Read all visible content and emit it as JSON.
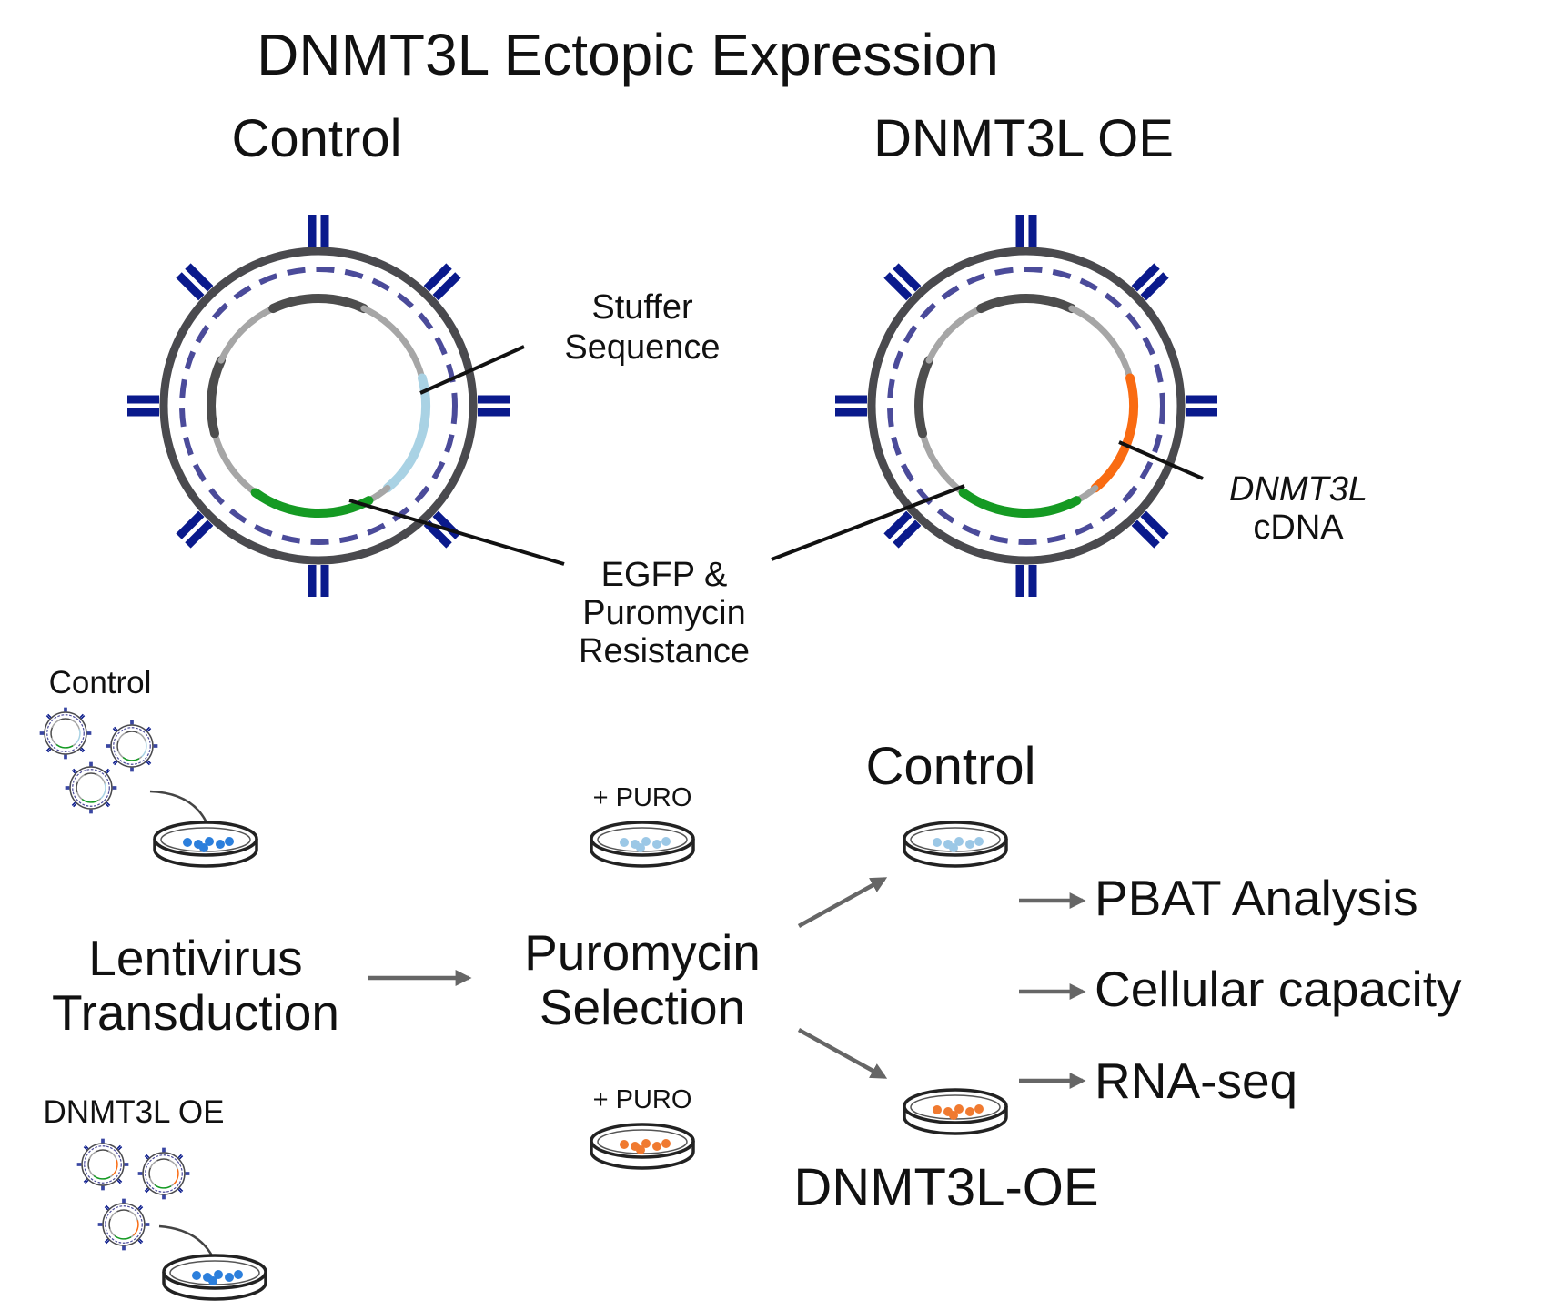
{
  "title": "DNMT3L Ectopic Expression",
  "panels": {
    "control_heading": "Control",
    "oe_heading": "DNMT3L OE"
  },
  "labels": {
    "stuffer_line1": "Stuffer",
    "stuffer_line2": "Sequence",
    "egfp_line1": "EGFP &",
    "egfp_line2": "Puromycin",
    "egfp_line3": "Resistance",
    "dnmt3l_line1": "DNMT3L",
    "dnmt3l_line2": "cDNA"
  },
  "workflow": {
    "control_virus_label": "Control",
    "oe_virus_label": "DNMT3L OE",
    "transduction_line1": "Lentivirus",
    "transduction_line2": "Transduction",
    "puro_top": "+ PURO",
    "puro_bottom": "+ PURO",
    "selection_line1": "Puromycin",
    "selection_line2": "Selection",
    "result_control": "Control",
    "result_oe": "DNMT3L-OE"
  },
  "outputs": [
    "PBAT Analysis",
    "Cellular capacity",
    "RNA-seq"
  ],
  "colors": {
    "spike": "#0a1a8c",
    "envelope": "#4a4a4e",
    "capsid_dash": "#4b4b9a",
    "backbone_dark": "#4d4d4d",
    "backbone_light": "#a6a6a6",
    "egfp": "#159a23",
    "stuffer": "#a9d2e4",
    "dnmt3l": "#f96b12",
    "cells_blue": "#2c7fdc",
    "cells_lightblue": "#9cc8e6",
    "cells_orange": "#f07a30",
    "arrow": "#666666"
  }
}
